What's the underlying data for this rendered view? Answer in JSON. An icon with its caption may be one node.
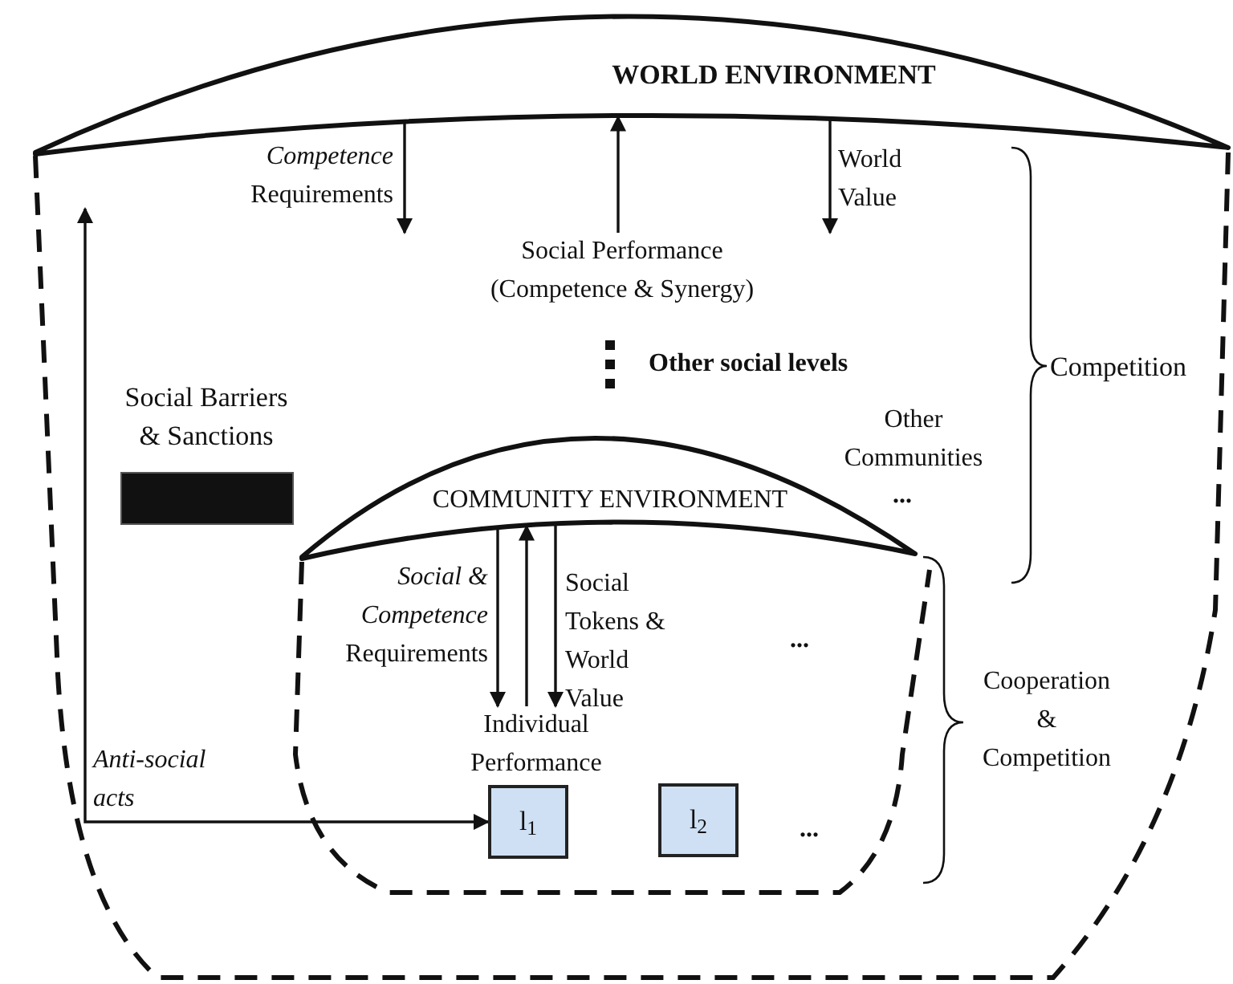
{
  "diagram": {
    "nodes": [
      {
        "text": [
          "WORLD ENVIRONMENT"
        ]
      },
      {
        "text": [],
        "shape": "box"
      },
      {
        "text": [
          "Social Performance (Competence & Synergy)"
        ],
        "in": 1
      },
      {
        "text": [
          "Social Barriers & Sanctions"
        ],
        "in": 1
      },
      {
        "text": [
          "COMMUNITY ENVIRONMENT"
        ],
        "in": 1
      },
      {
        "text": [],
        "shape": "box",
        "in": 1
      },
      {
        "text": [
          "Individual Performance"
        ],
        "in": 5
      },
      {
        "text": [
          "l$_{1}$"
        ],
        "in": 5
      },
      {
        "text": [
          "l$_{2}$"
        ],
        "in": 5
      }
    ],
    "edges": [
      {
        "from": 0,
        "to": 2,
        "arrow": "to",
        "label": "*Competence* Requirements"
      },
      {
        "from": 2,
        "to": 0,
        "arrow": "to"
      },
      {
        "from": 0,
        "to": 2,
        "arrow": "to",
        "label": "World Value"
      },
      {
        "from": 4,
        "to": 6,
        "arrow": "to",
        "label": "*Social & Competence* Requirements"
      },
      {
        "from": 6,
        "to": 4,
        "arrow": "to"
      },
      {
        "from": 4,
        "to": 6,
        "arrow": "to",
        "label": "Social Tokens & World Value"
      },
      {
        "from": 7,
        "to": null,
        "arrow": "both",
        "label": "*Anti-social acts*"
      }
    ],
    "labels": [
      "Other social levels",
      "Competition",
      "Other Communities",
      "...",
      "...",
      "Cooperation & Competition",
      "..."
    ]
  }
}
